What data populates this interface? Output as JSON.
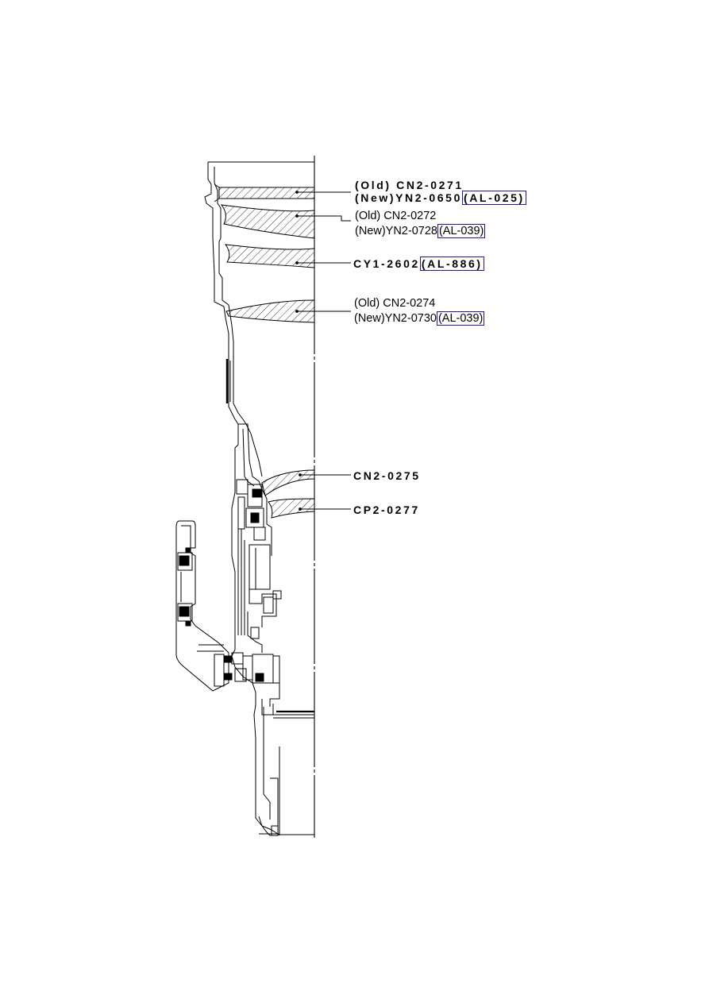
{
  "callouts": {
    "c1": {
      "line1": "(Old) CN2-0271",
      "line2_part": "(New)YN2-0650",
      "ref": "(AL-025)"
    },
    "c2": {
      "line1": "(Old)  CN2-0272",
      "line2_part": "(New)YN2-0728",
      "ref": "(AL-039)"
    },
    "c3": {
      "part": "CY1-2602",
      "ref": "(AL-886)"
    },
    "c4": {
      "line1": "(Old) CN2-0274",
      "line2_part": "(New)YN2-0730",
      "ref": "(AL-039)"
    },
    "c5": {
      "part": "CN2-0275"
    },
    "c6": {
      "part": "CP2-0277"
    }
  },
  "colors": {
    "ink": "#000000",
    "ref_box": "#1a1aa0",
    "background": "#ffffff"
  }
}
